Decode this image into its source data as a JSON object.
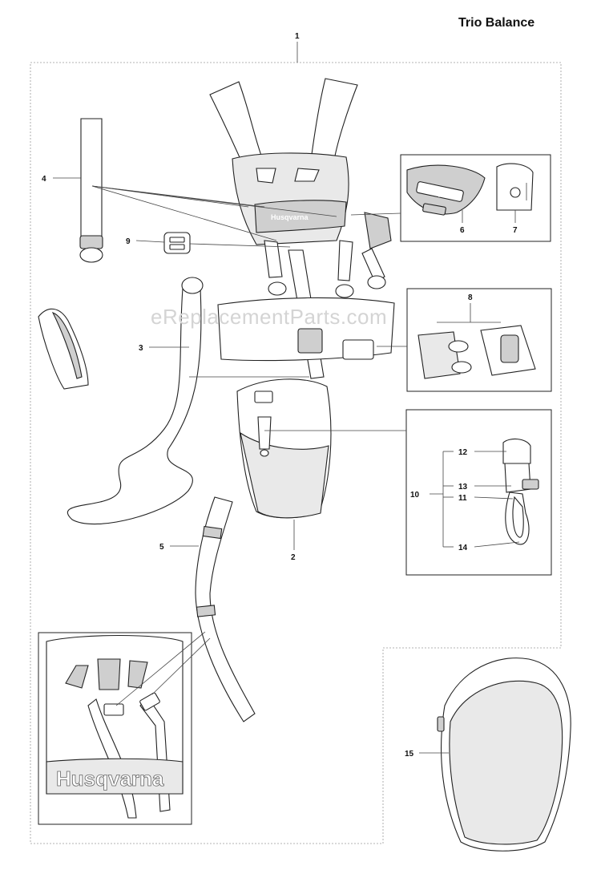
{
  "title": "Trio Balance",
  "watermark": "eReplacementParts.com",
  "callouts": [
    "1",
    "2",
    "3",
    "4",
    "5",
    "6",
    "7",
    "8",
    "9",
    "10",
    "11",
    "12",
    "13",
    "14",
    "15"
  ],
  "logo_text": "Husqvarna"
}
